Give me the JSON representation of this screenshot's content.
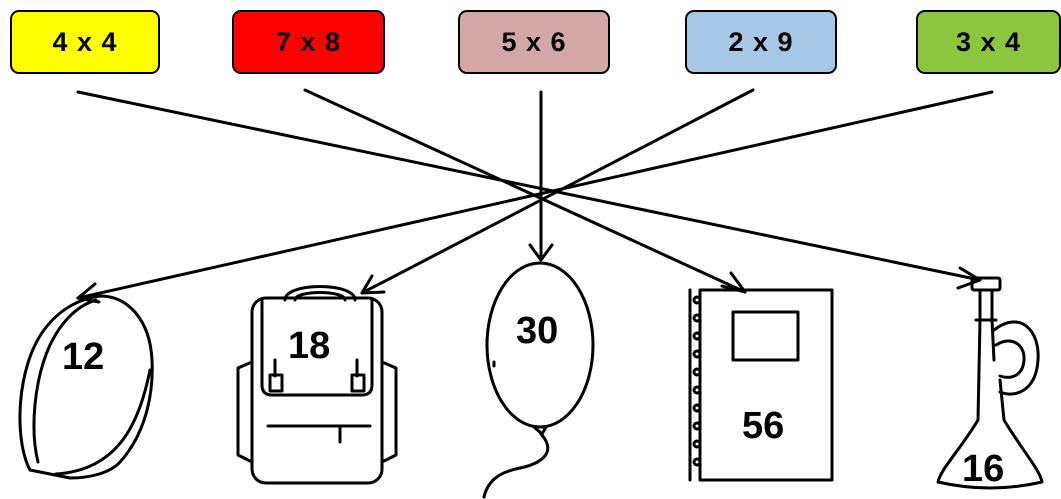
{
  "problems": [
    {
      "label": "4 x 4",
      "color": "#ffff00"
    },
    {
      "label": "7 x 8",
      "color": "#ff0000"
    },
    {
      "label": "5 x 6",
      "color": "#d3a7a7"
    },
    {
      "label": "2 x 9",
      "color": "#a7c7e7"
    },
    {
      "label": "3 x 4",
      "color": "#8cc63f"
    }
  ],
  "answers": [
    {
      "value": "12",
      "picture": "tennis-ball"
    },
    {
      "value": "18",
      "picture": "backpack"
    },
    {
      "value": "30",
      "picture": "balloon"
    },
    {
      "value": "56",
      "picture": "notebook"
    },
    {
      "value": "16",
      "picture": "trumpet"
    }
  ],
  "connections": [
    {
      "from": "4 x 4",
      "to": "16"
    },
    {
      "from": "7 x 8",
      "to": "56"
    },
    {
      "from": "5 x 6",
      "to": "30"
    },
    {
      "from": "2 x 9",
      "to": "18"
    },
    {
      "from": "3 x 4",
      "to": "12"
    }
  ]
}
